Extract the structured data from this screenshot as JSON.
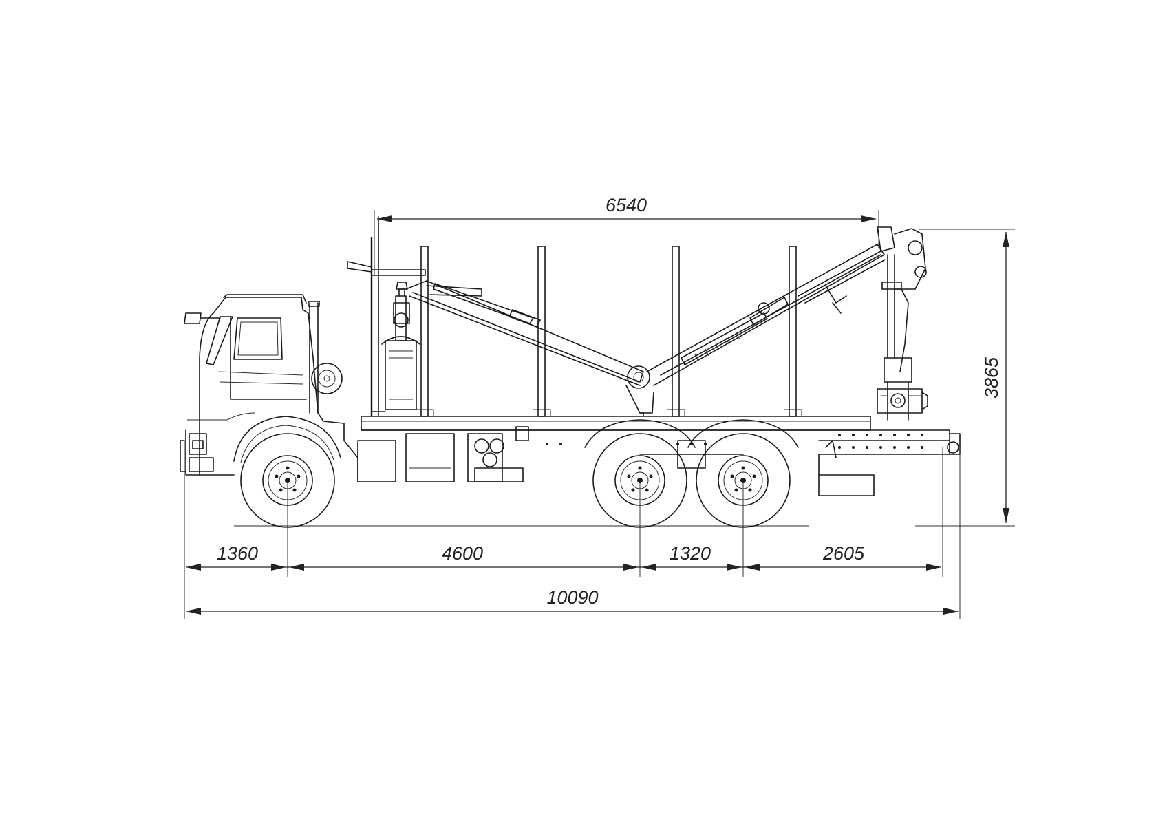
{
  "dimensions": {
    "top_span": "6540",
    "height": "3865",
    "front_overhang": "1360",
    "wheelbase_front": "4600",
    "tandem_spacing": "1320",
    "rear_overhang": "2605",
    "overall_length": "10090"
  },
  "colors": {
    "line": "#1a1a1a",
    "background": "#ffffff"
  }
}
